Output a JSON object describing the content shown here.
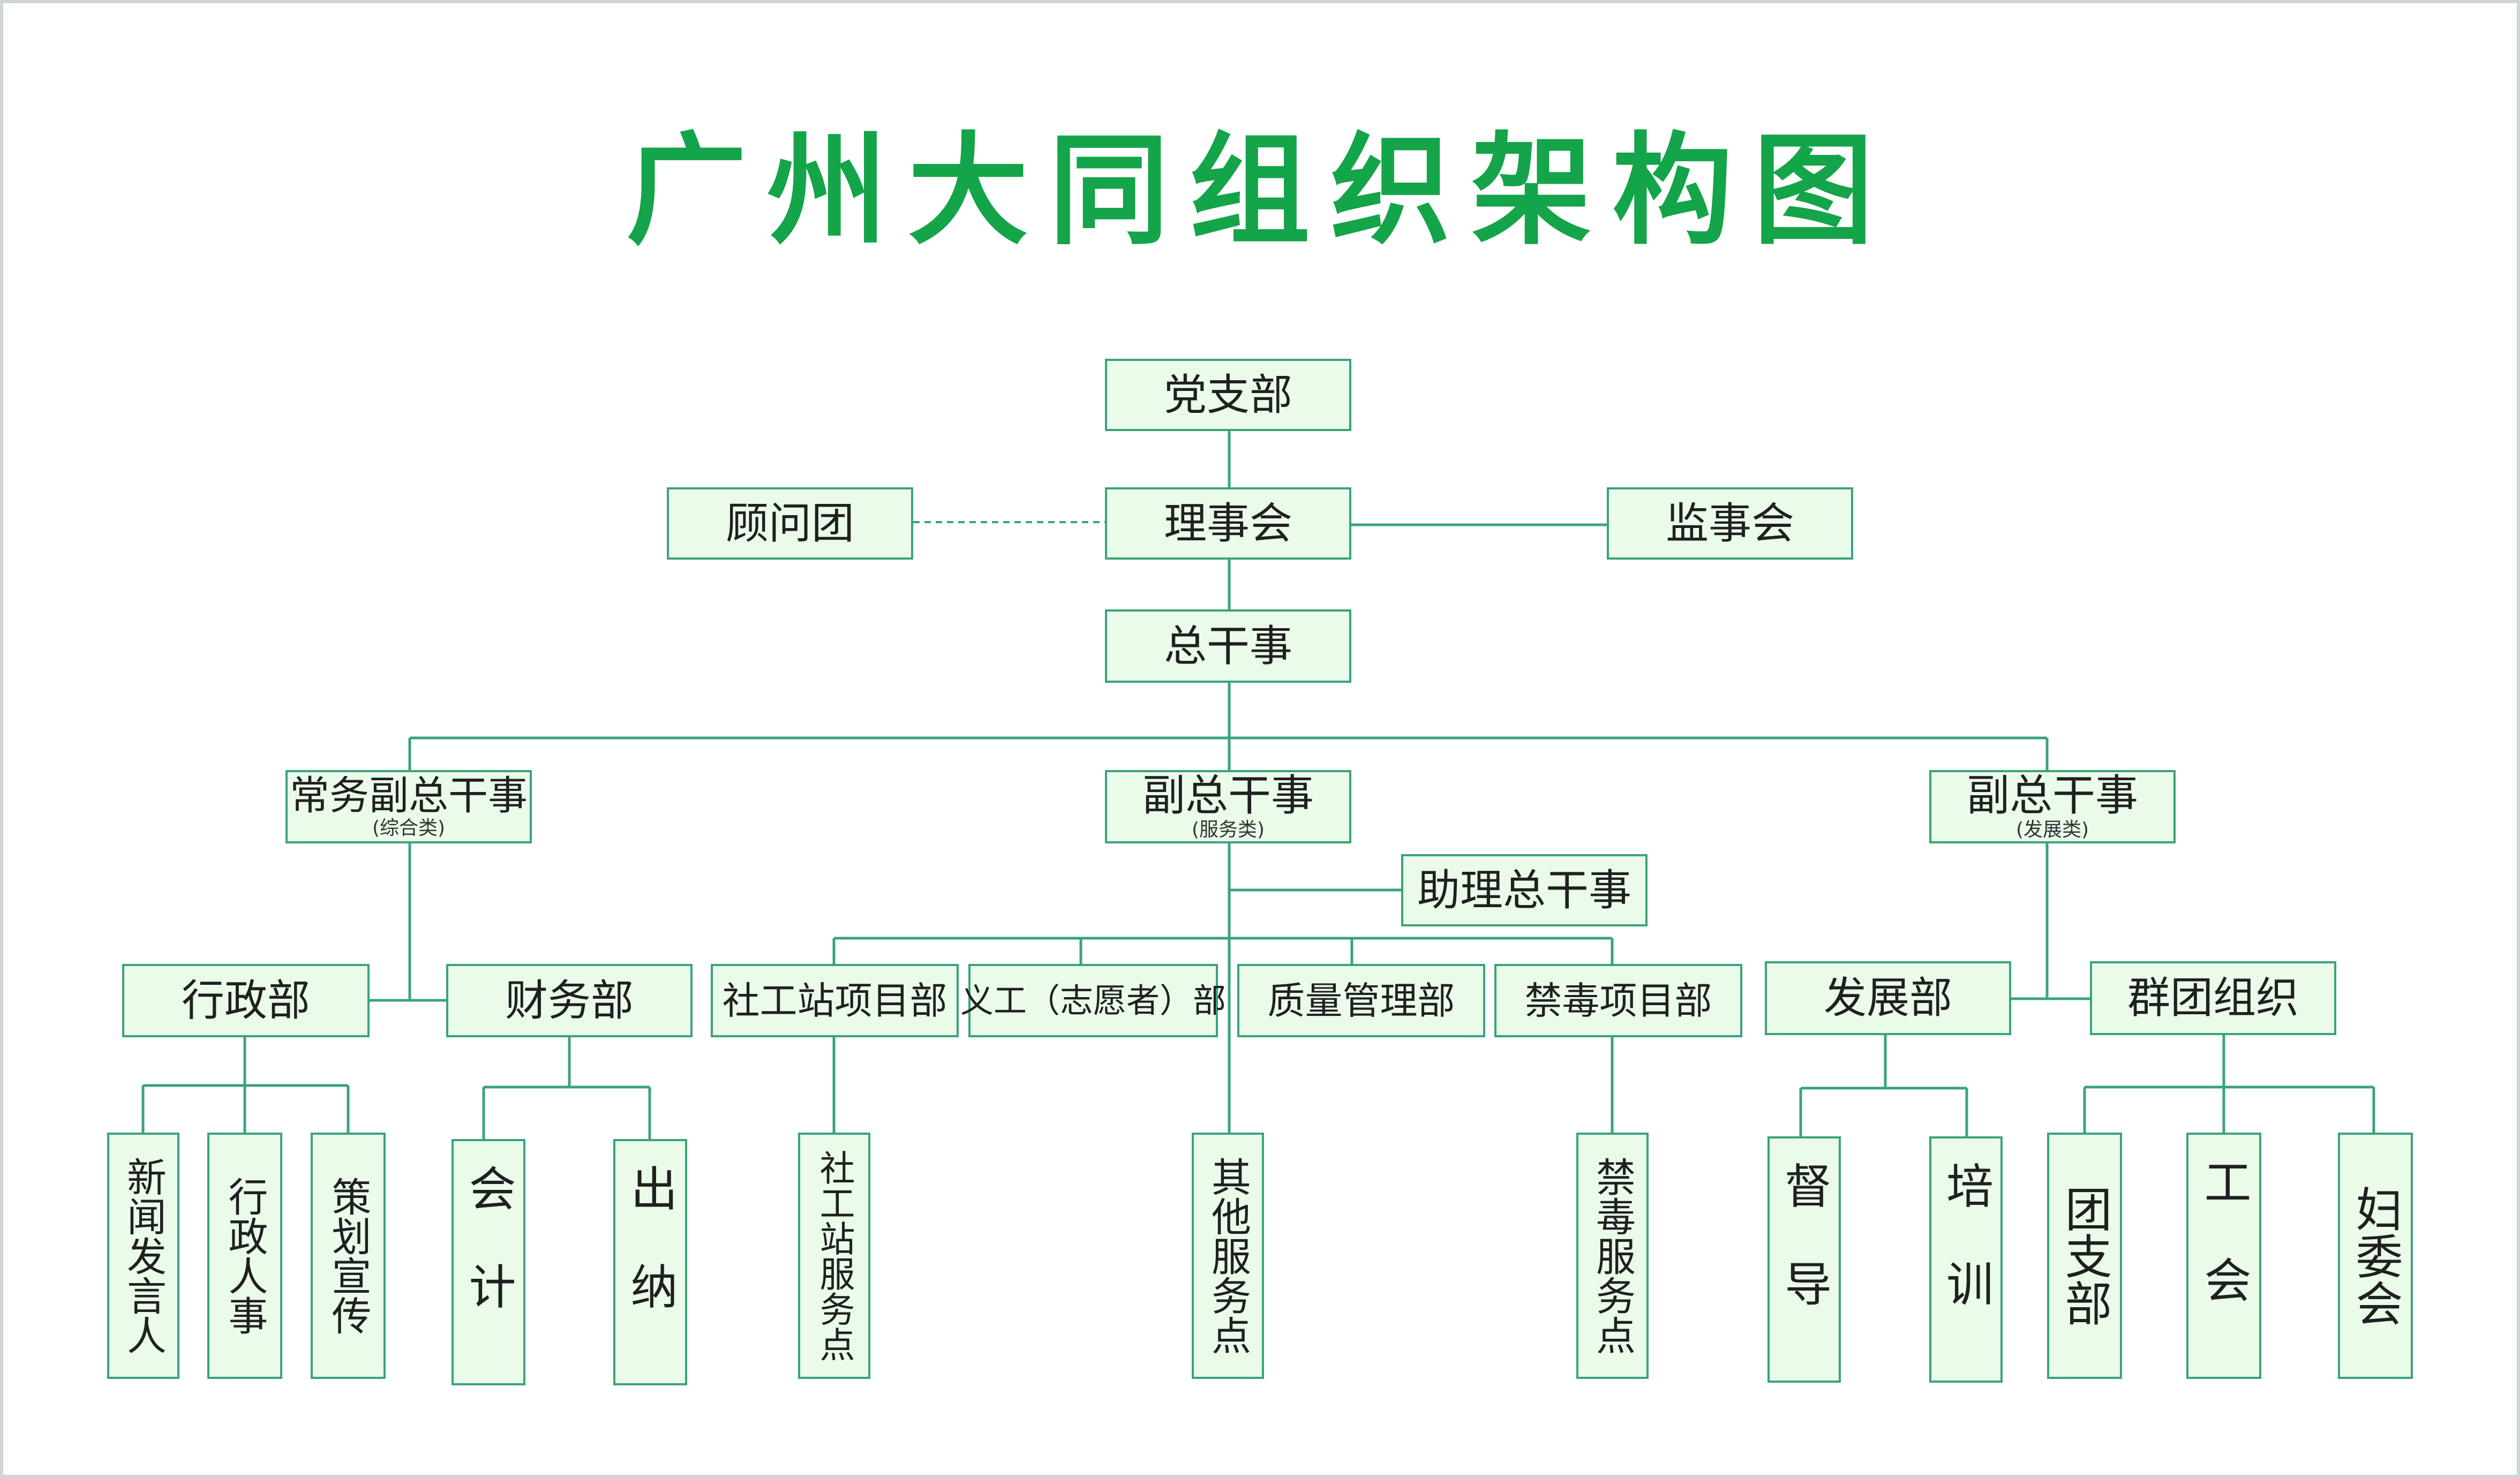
{
  "title": "广州大同组织架构图",
  "colors": {
    "title": "#14a449",
    "box_fill": "#eafbea",
    "box_border": "#3aa37a",
    "line": "#3aa37a",
    "text": "#202020"
  },
  "nodes": {
    "party_branch": "党支部",
    "advisory_group": "顾问团",
    "council": "理事会",
    "supervisory_board": "监事会",
    "director_general": "总干事",
    "exec_deputy": {
      "label": "常务副总干事",
      "sub": "(综合类)"
    },
    "deputy_service": {
      "label": "副总干事",
      "sub": "(服务类)"
    },
    "deputy_development": {
      "label": "副总干事",
      "sub": "(发展类)"
    },
    "assistant_dg": "助理总干事",
    "admin_dept": "行政部",
    "finance_dept": "财务部",
    "social_work_dept": "社工站项目部",
    "volunteer_dept": "义工（志愿者）部",
    "quality_dept": "质量管理部",
    "anti_drug_dept": "禁毒项目部",
    "development_dept": "发展部",
    "mass_org": "群团组织",
    "news_spokesperson": "新闻发言人",
    "admin_personnel": "行政人事",
    "planning_publicity": "策划宣传",
    "accounting": "会计",
    "cashier": "出纳",
    "social_work_points": "社工站服务点",
    "other_service_points": "其他服务点",
    "anti_drug_points": "禁毒服务点",
    "supervision": "督导",
    "training": "培训",
    "youth_league": "团支部",
    "labor_union": "工会",
    "womens_committee": "妇委会"
  }
}
